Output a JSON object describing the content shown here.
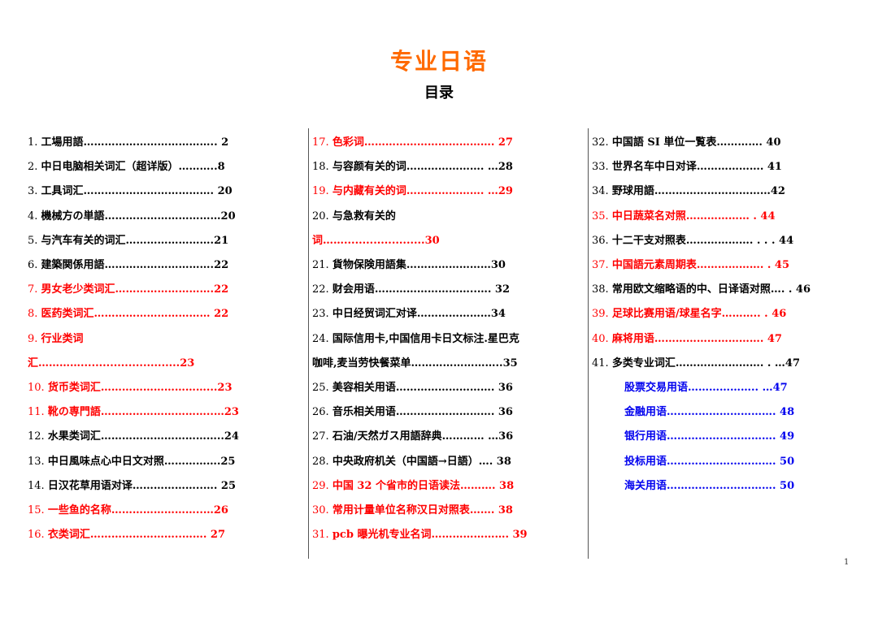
{
  "title": "专业日语",
  "subtitle": "目录",
  "page_number": "1",
  "columns": [
    {
      "entries": [
        {
          "num": "1.",
          "text": "工場用語……………………………….. 2",
          "color": "black"
        },
        {
          "num": "2.",
          "text": "中日电脑相关词汇（超详版）………..8",
          "color": "black"
        },
        {
          "num": "3.",
          "text": "工具词汇………………………………. 20",
          "color": "black"
        },
        {
          "num": "4.",
          "text": "機械方の単語……………………………20",
          "color": "black"
        },
        {
          "num": "5.",
          "text": "与汽车有关的词汇…………………….21",
          "color": "black"
        },
        {
          "num": "6.",
          "text": "建築関係用語………………………….22",
          "color": "black"
        },
        {
          "num": "7.",
          "text": "男女老少类词汇……………………….22",
          "color": "red"
        },
        {
          "num": "8.",
          "text": "医药类词汇……………………………  22",
          "color": "red"
        },
        {
          "num": "9.",
          "text": "行业类词",
          "color": "red"
        },
        {
          "num": "",
          "text": "汇…………...........................23",
          "color": "red"
        },
        {
          "num": "10.",
          "text": "货币类词汇…………………………...23",
          "color": "red"
        },
        {
          "num": "11.",
          "text": "靴の専門語…………………………..…23",
          "color": "red"
        },
        {
          "num": "12.",
          "text": "水果类词汇……………………………..24",
          "color": "black"
        },
        {
          "num": "13.",
          "text": "中日風味点心中日文对照…………….25",
          "color": "black"
        },
        {
          "num": "14.",
          "text": "日汉花草用语对译………………..…. 25",
          "color": "black"
        },
        {
          "num": "15.",
          "text": "一些鱼的名称……………………..…26",
          "color": "red"
        },
        {
          "num": "16.",
          "text": "衣类词汇……………………..……. 27",
          "color": "red"
        }
      ]
    },
    {
      "entries": [
        {
          "num": "17.",
          "text": "色彩词………………………………. 27",
          "color": "red"
        },
        {
          "num": "18.",
          "text": "与容颜有关的词…………………. …28",
          "color": "black"
        },
        {
          "num": "19.",
          "text": "与内藏有关的词…………………. …29",
          "color": "red"
        },
        {
          "num": "20.",
          "text": "与急救有关的",
          "color": "black"
        },
        {
          "num": "",
          "text": "词……......................30",
          "color": "red"
        },
        {
          "num": "21.",
          "text": "貨物保険用語集……………………30",
          "color": "black"
        },
        {
          "num": "22.",
          "text": "财会用语………………………..…. 32",
          "color": "black"
        },
        {
          "num": "23.",
          "text": "中日经贸词汇对译…………………34",
          "color": "black"
        },
        {
          "num": "24.",
          "text": "国际信用卡,中国信用卡日文标注.星巴克",
          "color": "black"
        },
        {
          "num": "",
          "text": "咖啡,麦当劳快餐菜单……………………..35",
          "color": "black"
        },
        {
          "num": "25.",
          "text": "美容相关用语………………………. 36",
          "color": "black"
        },
        {
          "num": "26.",
          "text": "音乐相关用语………………………. 36",
          "color": "black"
        },
        {
          "num": "27.",
          "text": "石油/天然ガス用語辞典…………  …36",
          "color": "black"
        },
        {
          "num": "28.",
          "text": "中央政府机关（中国語→日語）…. 38",
          "color": "black"
        },
        {
          "num": "29.",
          "text": "中国 32 个省市的日语读法………. 38",
          "color": "red"
        },
        {
          "num": "30.",
          "text": "常用计量单位名称汉日对照表……. 38",
          "color": "red"
        },
        {
          "num": "31.",
          "text": "pcb 曝光机专业名词…………………. 39",
          "color": "red"
        }
      ]
    },
    {
      "entries": [
        {
          "num": "32.",
          "text": "中国語 SI 単位一覧表…………. 40",
          "color": "black"
        },
        {
          "num": "33.",
          "text": "世界名车中日对译………………. 41",
          "color": "black"
        },
        {
          "num": "34.",
          "text": "野球用語……………………………42",
          "color": "black"
        },
        {
          "num": "35.",
          "text": "中日蔬菜名对照………………  . 44",
          "color": "red"
        },
        {
          "num": "36.",
          "text": "十二干支对照表………………. . . . 44",
          "color": "black"
        },
        {
          "num": "37.",
          "text": "中国語元素周期表………………. . 45",
          "color": "red"
        },
        {
          "num": "38.",
          "text": "常用欧文缩略语的中、日译语对照…. . 46",
          "color": "black"
        },
        {
          "num": "39.",
          "text": "足球比赛用语/球星名字……….. . 46",
          "color": "red"
        },
        {
          "num": "40.",
          "text": "麻将用语…………………………. 47",
          "color": "red"
        },
        {
          "num": "41.",
          "text": "多类专业词汇……………………. . …47",
          "color": "black"
        },
        {
          "num": "",
          "text": "股票交易用语……………….. …47",
          "color": "blue"
        },
        {
          "num": "",
          "text": "金融用语…………………………. 48",
          "color": "blue"
        },
        {
          "num": "",
          "text": "银行用语…………………………. 49",
          "color": "blue"
        },
        {
          "num": "",
          "text": "投标用语…………………………. 50",
          "color": "blue"
        },
        {
          "num": "",
          "text": "海关用语…………………………. 50",
          "color": "blue"
        }
      ]
    }
  ]
}
